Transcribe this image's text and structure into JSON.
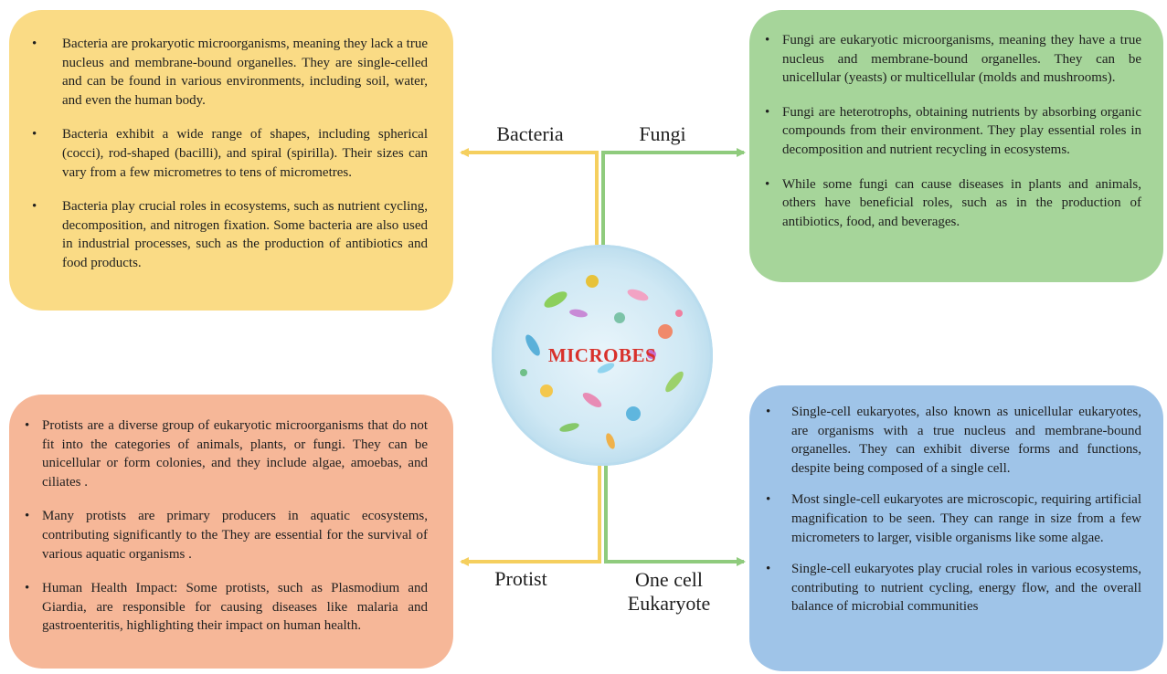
{
  "center": {
    "title": "MICROBES"
  },
  "labels": {
    "bacteria": "Bacteria",
    "fungi": "Fungi",
    "protist": "Protist",
    "eukaryote_line1": "One cell",
    "eukaryote_line2": "Eukaryote"
  },
  "bullet_glyph": "•",
  "bacteria": {
    "points": [
      "Bacteria are prokaryotic microorganisms, meaning they lack a true nucleus and membrane-bound organelles. They are single-celled and can be found in various environments, including soil, water, and even the human body.",
      "Bacteria exhibit a wide range of shapes, including spherical (cocci), rod-shaped (bacilli), and spiral (spirilla). Their sizes can vary from a few micrometres to tens of micrometres.",
      "Bacteria play crucial roles in ecosystems, such as nutrient cycling, decomposition, and nitrogen fixation. Some bacteria are also used in industrial processes, such as the production of antibiotics and food products."
    ]
  },
  "fungi": {
    "points": [
      "Fungi are eukaryotic microorganisms, meaning they have a true nucleus and membrane-bound organelles. They can be unicellular (yeasts) or multicellular (molds and mushrooms).",
      "Fungi are heterotrophs, obtaining nutrients by absorbing organic compounds from their environment. They play essential roles in decomposition and nutrient recycling in ecosystems.",
      "While some fungi can cause diseases in plants and animals, others have beneficial roles, such as in the production of antibiotics, food, and beverages."
    ]
  },
  "protist": {
    "points": [
      "Protists are a diverse group of eukaryotic microorganisms that do not fit into the categories of animals, plants, or fungi. They can be unicellular or form colonies, and they include algae, amoebas, and ciliates .",
      "Many protists are primary producers in aquatic ecosystems, contributing significantly to the They are essential for the survival of various aquatic organisms .",
      "Human Health Impact: Some protists, such as Plasmodium and Giardia, are responsible for causing diseases like malaria and gastroenteritis, highlighting their impact on human health."
    ]
  },
  "eukaryote": {
    "points": [
      "Single-cell eukaryotes, also known as unicellular eukaryotes, are organisms with a true nucleus and membrane-bound organelles. They can exhibit diverse forms and functions, despite being composed of a single cell.",
      "Most single-cell eukaryotes are microscopic, requiring artificial magnification to be seen. They can range in size from a few micrometers to larger, visible organisms like some algae.",
      "Single-cell eukaryotes play crucial roles in various ecosystems, contributing to nutrient cycling, energy flow, and the overall balance of microbial communities"
    ]
  },
  "colors": {
    "bacteria": "#fadb85",
    "fungi": "#a6d59a",
    "protist": "#f6b798",
    "eukaryote": "#9fc4e8",
    "bacteria_line": "#f5cf5e",
    "fungi_line": "#8fcb7d",
    "title": "#d8312b"
  }
}
